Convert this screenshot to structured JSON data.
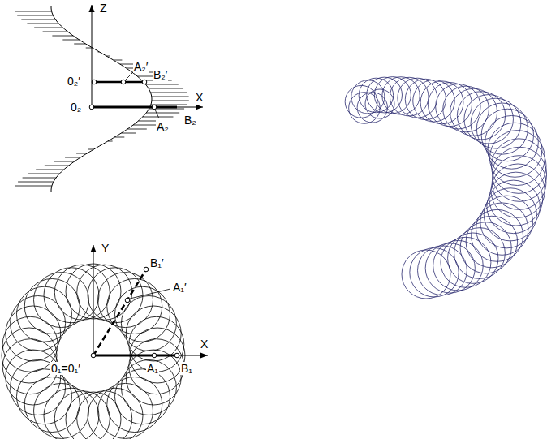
{
  "diagram": {
    "labels": [
      "Z",
      "A₂′",
      "B₂′",
      "0₂′",
      "0₂",
      "X",
      "B₂",
      "A₂",
      "Y",
      "B₁′",
      "A₁′",
      "X",
      "0₁=0₁′",
      "A₁",
      "B₁"
    ]
  }
}
